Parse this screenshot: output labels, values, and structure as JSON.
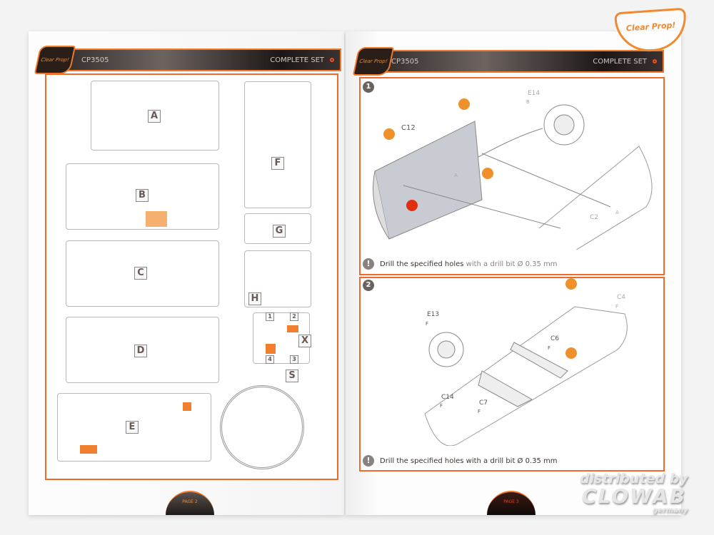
{
  "brand": {
    "logo_text": "Clear Prop!"
  },
  "left_page": {
    "header": {
      "code": "CP3505",
      "title": "COMPLETE SET"
    },
    "sprues": [
      {
        "letter": "A"
      },
      {
        "letter": "B"
      },
      {
        "letter": "C"
      },
      {
        "letter": "D"
      },
      {
        "letter": "E"
      },
      {
        "letter": "F"
      },
      {
        "letter": "G"
      },
      {
        "letter": "H"
      },
      {
        "letter": "X",
        "parts": [
          "1",
          "2",
          "3",
          "4"
        ]
      },
      {
        "letter": "S"
      }
    ],
    "page_label": "PAGE 2"
  },
  "right_page": {
    "header": {
      "code": "CP3505",
      "title": "COMPLETE SET"
    },
    "steps": [
      {
        "number": "1",
        "parts": [
          {
            "id": "C12"
          },
          {
            "id": "E14",
            "ref": "B"
          },
          {
            "id": "C2",
            "ref": "A"
          }
        ],
        "inner_ref": "A",
        "note_bold": "Drill the specified holes",
        "note_rest": " with a drill bit Ø 0.35 mm"
      },
      {
        "number": "2",
        "parts": [
          {
            "id": "E13",
            "ref": "F"
          },
          {
            "id": "C14",
            "ref": "F"
          },
          {
            "id": "C7",
            "ref": "F"
          },
          {
            "id": "C6",
            "ref": "F"
          },
          {
            "id": "C4",
            "ref": "F"
          }
        ],
        "note_bold": "Drill the specified holes with a drill bit Ø 0.35 mm",
        "note_rest": ""
      }
    ],
    "page_label": "PAGE 3"
  },
  "watermark": {
    "line1": "distributed by",
    "line2": "CLOWAB",
    "line3": "germany"
  },
  "colors": {
    "accent": "#f06a2a",
    "header_dark": "#2a2424",
    "drill_orange": "#f0902a",
    "drill_red": "#e03010"
  }
}
